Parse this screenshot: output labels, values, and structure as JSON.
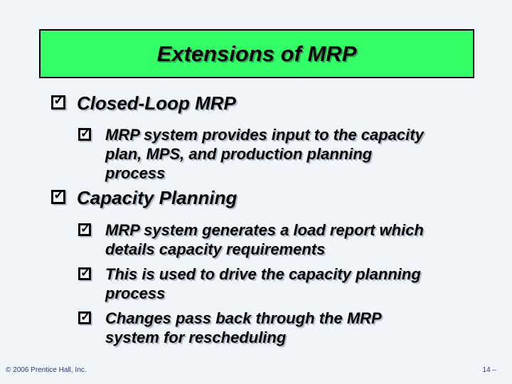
{
  "slide": {
    "title": "Extensions of MRP",
    "footer_left": "© 2006 Prentice Hall, Inc.",
    "footer_right": "14 –",
    "colors": {
      "title_bg": "#33FF66",
      "title_border": "#000000",
      "background": "#F0F5FA",
      "text": "#000000",
      "footer_text": "#31386B"
    }
  },
  "content": {
    "marker_glyph": "✓",
    "bullets": [
      {
        "level": 1,
        "marker": "checked-box",
        "lines": [
          "Closed-Loop MRP"
        ]
      },
      {
        "level": 2,
        "marker": "checked-box",
        "lines": [
          "MRP system provides input to the capacity",
          "plan, MPS, and production planning",
          "process"
        ]
      },
      {
        "level": 1,
        "marker": "checked-box",
        "lines": [
          "Capacity Planning"
        ]
      },
      {
        "level": 2,
        "marker": "checked-box",
        "lines": [
          "MRP system generates a load report which",
          "details capacity requirements"
        ]
      },
      {
        "level": 2,
        "marker": "checked-box",
        "lines": [
          "This is used to drive the capacity planning",
          "process"
        ]
      },
      {
        "level": 2,
        "marker": "checked-box",
        "lines": [
          "Changes pass back through the MRP",
          "system for rescheduling"
        ]
      }
    ]
  }
}
